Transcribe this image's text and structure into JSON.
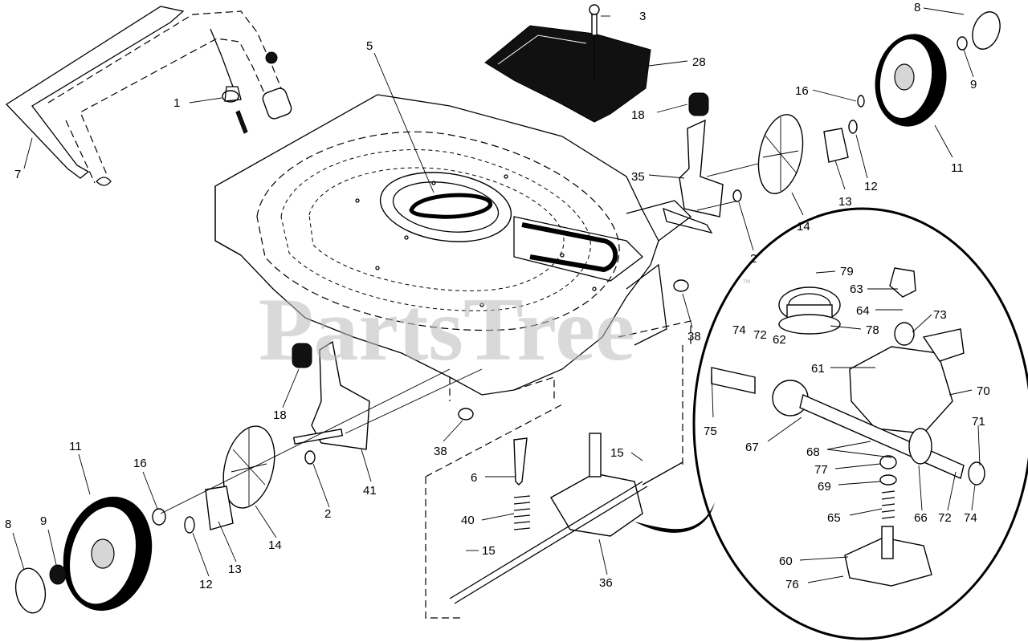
{
  "diagram": {
    "watermark": "PartsTree",
    "watermark_mark": "™",
    "callouts": [
      {
        "id": "c-1",
        "text": "1"
      },
      {
        "id": "c-7",
        "text": "7"
      },
      {
        "id": "c-5",
        "text": "5"
      },
      {
        "id": "c-3",
        "text": "3"
      },
      {
        "id": "c-28",
        "text": "28"
      },
      {
        "id": "c-18a",
        "text": "18"
      },
      {
        "id": "c-8a",
        "text": "8"
      },
      {
        "id": "c-9a",
        "text": "9"
      },
      {
        "id": "c-16a",
        "text": "16"
      },
      {
        "id": "c-11a",
        "text": "11"
      },
      {
        "id": "c-13a",
        "text": "13"
      },
      {
        "id": "c-12a",
        "text": "12"
      },
      {
        "id": "c-35",
        "text": "35"
      },
      {
        "id": "c-14a",
        "text": "14"
      },
      {
        "id": "c-2a",
        "text": "2"
      },
      {
        "id": "c-38a",
        "text": "38"
      },
      {
        "id": "c-79",
        "text": "79"
      },
      {
        "id": "c-63",
        "text": "63"
      },
      {
        "id": "c-64",
        "text": "64"
      },
      {
        "id": "c-73",
        "text": "73"
      },
      {
        "id": "c-74a",
        "text": "74"
      },
      {
        "id": "c-72a",
        "text": "72"
      },
      {
        "id": "c-62",
        "text": "62"
      },
      {
        "id": "c-78",
        "text": "78"
      },
      {
        "id": "c-61",
        "text": "61"
      },
      {
        "id": "c-70",
        "text": "70"
      },
      {
        "id": "c-75",
        "text": "75"
      },
      {
        "id": "c-71",
        "text": "71"
      },
      {
        "id": "c-67",
        "text": "67"
      },
      {
        "id": "c-68",
        "text": "68"
      },
      {
        "id": "c-77",
        "text": "77"
      },
      {
        "id": "c-69",
        "text": "69"
      },
      {
        "id": "c-65",
        "text": "65"
      },
      {
        "id": "c-66",
        "text": "66"
      },
      {
        "id": "c-72b",
        "text": "72"
      },
      {
        "id": "c-74b",
        "text": "74"
      },
      {
        "id": "c-60",
        "text": "60"
      },
      {
        "id": "c-76",
        "text": "76"
      },
      {
        "id": "c-18b",
        "text": "18"
      },
      {
        "id": "c-38b",
        "text": "38"
      },
      {
        "id": "c-15a",
        "text": "15"
      },
      {
        "id": "c-6",
        "text": "6"
      },
      {
        "id": "c-40",
        "text": "40"
      },
      {
        "id": "c-15b",
        "text": "15"
      },
      {
        "id": "c-36",
        "text": "36"
      },
      {
        "id": "c-41",
        "text": "41"
      },
      {
        "id": "c-2b",
        "text": "2"
      },
      {
        "id": "c-11b",
        "text": "11"
      },
      {
        "id": "c-16b",
        "text": "16"
      },
      {
        "id": "c-8b",
        "text": "8"
      },
      {
        "id": "c-9b",
        "text": "9"
      },
      {
        "id": "c-12b",
        "text": "12"
      },
      {
        "id": "c-13b",
        "text": "13"
      },
      {
        "id": "c-14b",
        "text": "14"
      }
    ]
  }
}
